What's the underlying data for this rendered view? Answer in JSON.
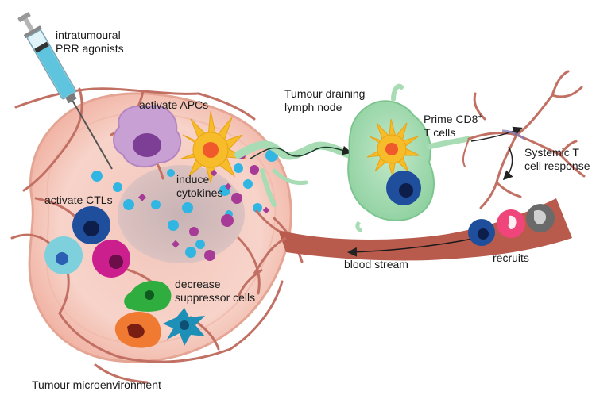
{
  "diagram": {
    "title": "",
    "labels": {
      "syringe": [
        "intratumoural",
        "PRR agonists"
      ],
      "activate_apcs": "activate APCs",
      "induce_cytokines": [
        "induce",
        "cytokines"
      ],
      "activate_ctls": "activate CTLs",
      "decrease_suppressor": [
        "decrease",
        "suppressor cells"
      ],
      "microenvironment": "Tumour microenvironment",
      "lymph_node": [
        "Tumour draining",
        "lymph node"
      ],
      "prime_cd8": [
        "Prime CD8",
        "+",
        "T cells"
      ],
      "systemic": [
        "Systemic T",
        "cell response"
      ],
      "recruits": "recruits",
      "blood_stream": "blood stream"
    }
  },
  "colors": {
    "tumour": "#f7cfc4",
    "tumour_edge": "#eaa898",
    "vessel": "#c27063",
    "blood_stream": "#b85a4c",
    "lymph": "#a8dcb4",
    "apc": "#f7bc2a",
    "cytokine_blue": "#31b6e3",
    "cytokine_purple": "#a63a96",
    "ctl": "#1f4e9c",
    "magenta_cell": "#cc1f8e",
    "teal_cell": "#7ed0dc",
    "green_cell": "#2fae3f",
    "orange_cell": "#f07a32",
    "blue_star_cell": "#1e90b8",
    "macrophage": "#c49ad0"
  }
}
